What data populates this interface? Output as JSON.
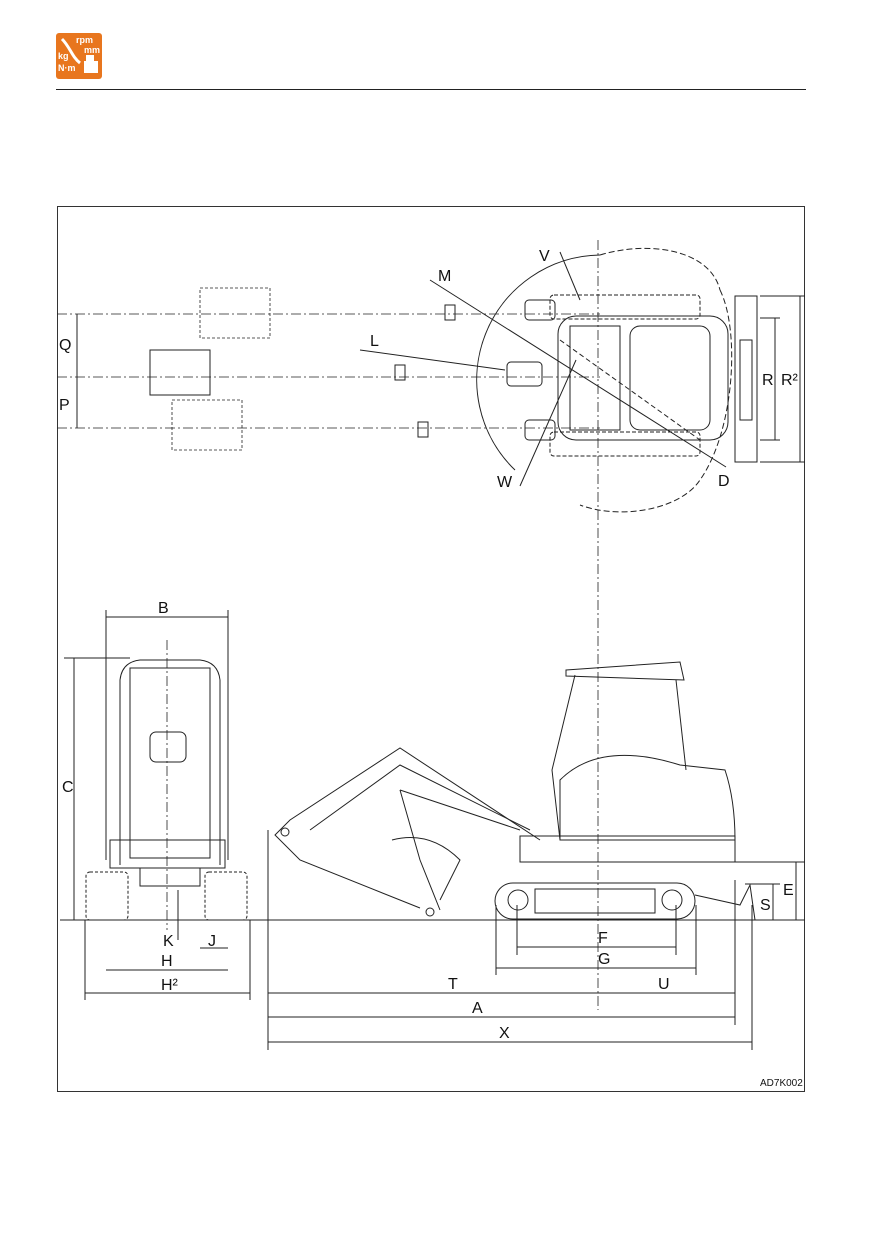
{
  "header": {
    "logo": {
      "icon": "units-of-measure-icon",
      "units": [
        "rpm",
        "mm",
        "kg",
        "N·m"
      ],
      "color": "#E8761E"
    }
  },
  "figure": {
    "code": "AD7K002",
    "labels": {
      "A": "A",
      "B": "B",
      "C": "C",
      "D": "D",
      "E": "E",
      "F": "F",
      "G": "G",
      "H": "H",
      "H2": "H²",
      "J": "J",
      "K": "K",
      "L": "L",
      "M": "M",
      "P": "P",
      "Q": "Q",
      "R": "R",
      "R2": "R²",
      "S": "S",
      "T": "T",
      "U": "U",
      "V": "V",
      "W": "W",
      "X": "X"
    }
  }
}
